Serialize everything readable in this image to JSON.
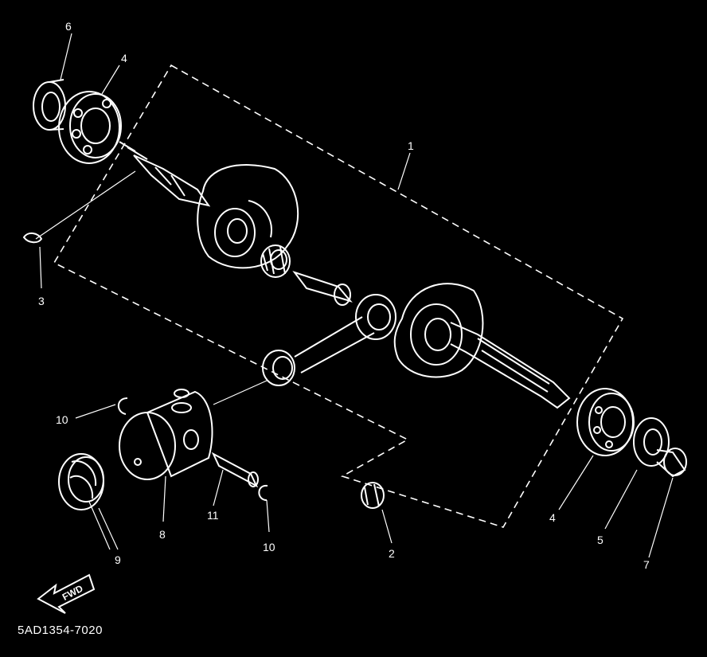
{
  "diagram": {
    "part_code": "5AD1354-7020",
    "direction_label": "FWD",
    "callouts": [
      "1",
      "2",
      "3",
      "4",
      "4",
      "5",
      "6",
      "7",
      "8",
      "9",
      "10",
      "10",
      "11"
    ]
  }
}
